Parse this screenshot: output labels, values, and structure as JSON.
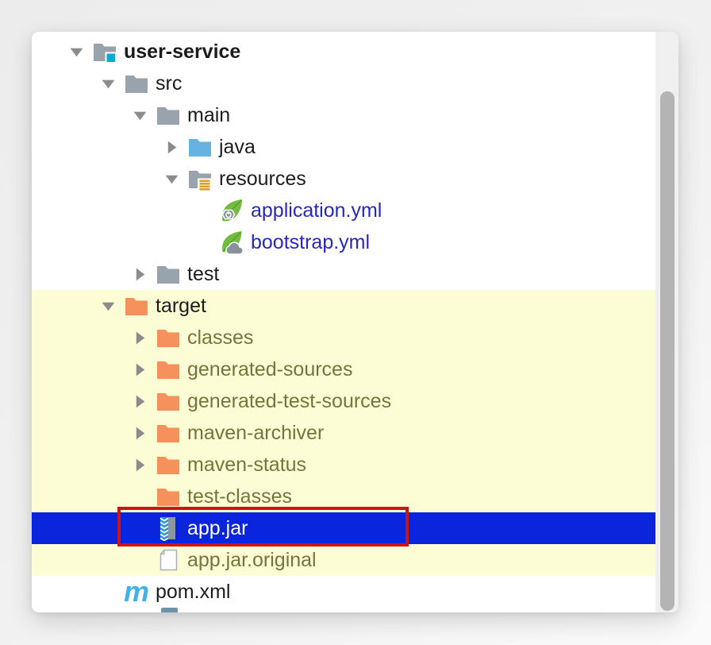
{
  "window": {
    "type": "ide-project-tree",
    "background": "#F0F0F0"
  },
  "tree": {
    "items": [
      {
        "label": "user-service",
        "level": 0,
        "state": "expanded",
        "icon": "module-folder",
        "style": "bold"
      },
      {
        "label": "src",
        "level": 1,
        "state": "expanded",
        "icon": "folder"
      },
      {
        "label": "main",
        "level": 2,
        "state": "expanded",
        "icon": "folder"
      },
      {
        "label": "java",
        "level": 3,
        "state": "collapsed",
        "icon": "source-folder"
      },
      {
        "label": "resources",
        "level": 3,
        "state": "expanded",
        "icon": "resources-folder"
      },
      {
        "label": "application.yml",
        "level": 4,
        "state": "leaf",
        "icon": "spring-boot-file",
        "style": "navy"
      },
      {
        "label": "bootstrap.yml",
        "level": 4,
        "state": "leaf",
        "icon": "spring-cloud-file",
        "style": "navy"
      },
      {
        "label": "test",
        "level": 2,
        "state": "collapsed",
        "icon": "folder"
      },
      {
        "label": "target",
        "level": 1,
        "state": "expanded",
        "icon": "excluded-folder",
        "highlighted": true
      },
      {
        "label": "classes",
        "level": 2,
        "state": "collapsed",
        "icon": "excluded-folder",
        "style": "olive",
        "highlighted": true
      },
      {
        "label": "generated-sources",
        "level": 2,
        "state": "collapsed",
        "icon": "excluded-folder",
        "style": "olive",
        "highlighted": true
      },
      {
        "label": "generated-test-sources",
        "level": 2,
        "state": "collapsed",
        "icon": "excluded-folder",
        "style": "olive",
        "highlighted": true
      },
      {
        "label": "maven-archiver",
        "level": 2,
        "state": "collapsed",
        "icon": "excluded-folder",
        "style": "olive",
        "highlighted": true
      },
      {
        "label": "maven-status",
        "level": 2,
        "state": "collapsed",
        "icon": "excluded-folder",
        "style": "olive",
        "highlighted": true
      },
      {
        "label": "test-classes",
        "level": 2,
        "state": "leaf",
        "icon": "excluded-folder",
        "style": "olive",
        "highlighted": true
      },
      {
        "label": "app.jar",
        "level": 2,
        "state": "leaf",
        "icon": "jar-archive",
        "selected": true,
        "highlighted": true
      },
      {
        "label": "app.jar.original",
        "level": 2,
        "state": "leaf",
        "icon": "file",
        "style": "olive",
        "highlighted": true
      },
      {
        "label": "pom.xml",
        "level": 1,
        "state": "leaf",
        "icon": "maven-file"
      }
    ]
  },
  "annotation": {
    "shape": "rectangle",
    "highlights": "app.jar",
    "color": "#CD1414"
  },
  "scrollbar": {
    "orientation": "vertical"
  },
  "colors": {
    "selection_blue": "#0A25DC",
    "highlight_yellow": "#FCFCD5",
    "annotation_red": "#CD1414",
    "folder_gray": "#98A3AD",
    "folder_blue": "#66B2E0",
    "folder_orange": "#F6915C",
    "module_badge": "#0FA6DC",
    "resources_badge": "#DCA02A",
    "spring_green": "#72BC3F",
    "spring_dark": "#4E9E2E",
    "badge_gray": "#8A9299",
    "archive_blue": "#2E96D8",
    "archive_gray": "#8C97A0",
    "maven_cyan": "#41B1E8",
    "text_default": "#1C1C1C",
    "text_navy": "#2727BE",
    "text_olive": "#75753B",
    "text_selected": "#FFFFFF",
    "chevron": "#8C8C8C",
    "scroll_track": "#F0F0F0",
    "scroll_thumb": "#B4B4B4",
    "panel_bg": "#FFFFFF"
  }
}
